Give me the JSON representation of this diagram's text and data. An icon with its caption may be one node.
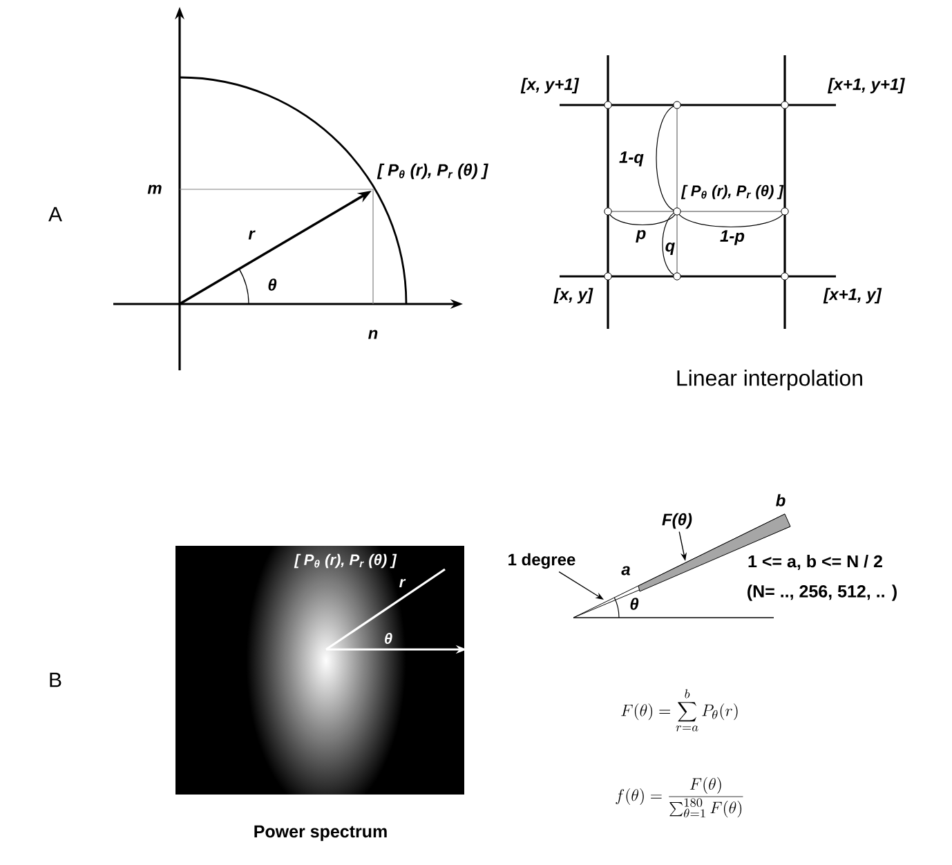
{
  "diagram": {
    "nodes": [
      {
        "text": [
          "F(θ)"
        ]
      },
      {
        "text": [
          "1 degree"
        ]
      }
    ],
    "edges": [
      {
        "from": 0,
        "to": null,
        "arrow": "to"
      },
      {
        "from": 1,
        "to": null,
        "arrow": "to"
      }
    ],
    "labels": [
      "A",
      "m",
      "[ P$_{θ}$ (r), P$_{r}$ (θ) ]",
      "r",
      "θ",
      "n",
      "[x, y+1]",
      "[x+1, y+1]",
      "1-q",
      "[ P$_{θ}$ (r), P$_{r}$ (θ) ]",
      "p",
      "q",
      "1-p",
      "[x, y]",
      "[x+1, y]",
      "Linear interpolation",
      "B",
      "[ P$_{θ}$ (r), P$_{r}$ (θ) ]",
      "r",
      "θ",
      "Power spectrum",
      "b",
      "a",
      "θ",
      "1 <= a, b <= N / 2",
      "(N= .., 256, 512, .. )",
      "F(\\theta) = \\sum_{r=a}^{b} P_{\\theta}(r)",
      "f(\\theta) = \\frac{F(\\theta)}{\\sum_{\\theta=1}^{180} F(\\theta)}"
    ]
  }
}
